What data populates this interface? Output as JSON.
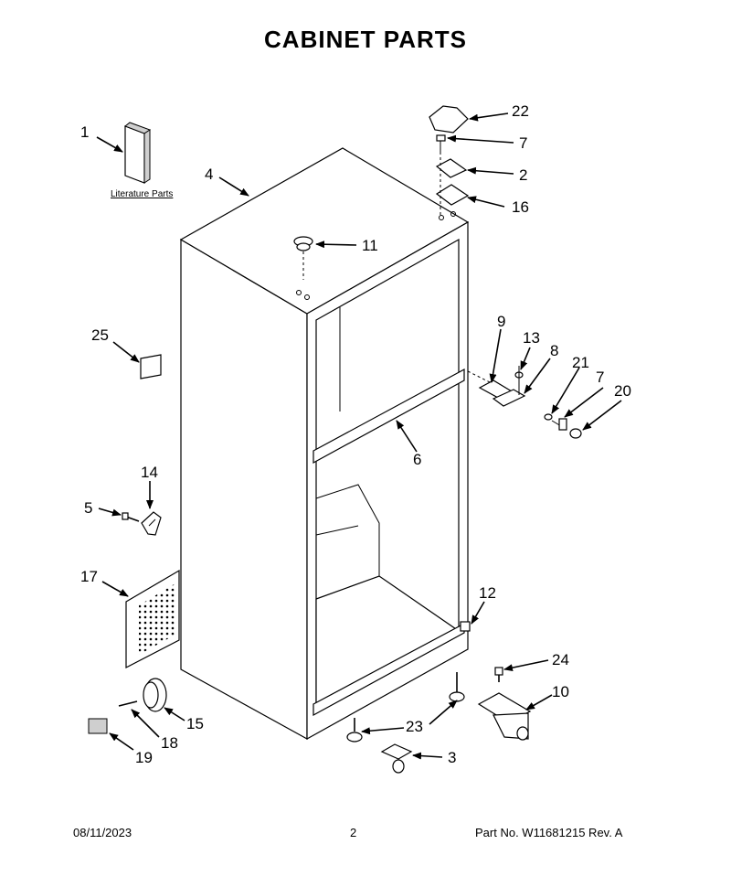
{
  "title": "CABINET PARTS",
  "literature_label": "Literature Parts",
  "callouts": [
    "1",
    "2",
    "3",
    "4",
    "5",
    "6",
    "7",
    "7",
    "8",
    "9",
    "10",
    "11",
    "12",
    "13",
    "14",
    "15",
    "16",
    "17",
    "18",
    "19",
    "20",
    "21",
    "22",
    "23",
    "24",
    "25"
  ],
  "footer": {
    "date": "08/11/2023",
    "page": "2",
    "part": "Part No.  W11681215  Rev.  A"
  }
}
